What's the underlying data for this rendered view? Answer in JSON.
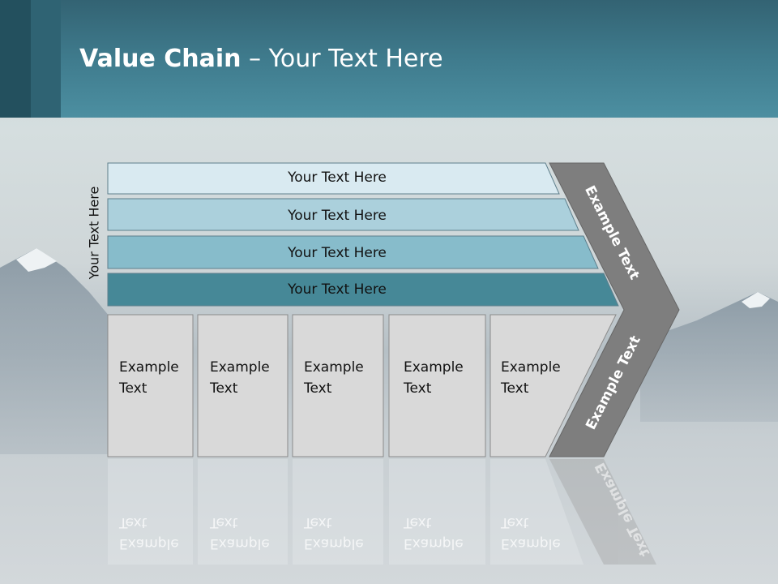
{
  "title": {
    "bold": "Value Chain",
    "rest": " – Your Text Here"
  },
  "vertical_label": "Your Text Here",
  "bars": [
    {
      "label": "Your Text Here",
      "color": "#d9eaf1"
    },
    {
      "label": "Your Text Here",
      "color": "#abd0dc"
    },
    {
      "label": "Your Text Here",
      "color": "#87bccb"
    },
    {
      "label": "Your Text Here",
      "color": "#468897"
    }
  ],
  "boxes": [
    {
      "line1": "Example",
      "line2": "Text"
    },
    {
      "line1": "Example",
      "line2": "Text"
    },
    {
      "line1": "Example",
      "line2": "Text"
    },
    {
      "line1": "Example",
      "line2": "Text"
    },
    {
      "line1": "Example",
      "line2": "Text"
    }
  ],
  "chevron": {
    "top_label": "Example Text",
    "bottom_label": "Example Text",
    "color": "#7e7e7e"
  },
  "colors": {
    "header": "#3f7b8d",
    "box_fill": "#d9d9d9"
  }
}
